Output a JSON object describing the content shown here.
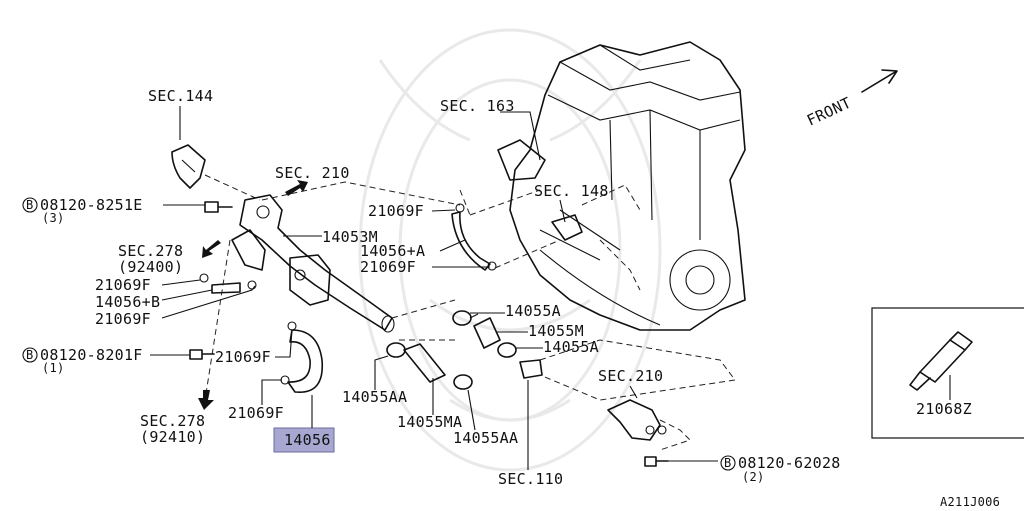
{
  "labels": {
    "sec144": "SEC.144",
    "bolt1_code": "08120-8251E",
    "bolt1_qty": "(3)",
    "sec210_top": "SEC. 210",
    "sec278_top": "SEC.278",
    "sec278_top_sub": "(92400)",
    "p21069F_a": "21069F",
    "p14056B": "14056+B",
    "p21069F_b": "21069F",
    "bolt2_code": "08120-8201F",
    "bolt2_qty": "(1)",
    "p21069F_c": "21069F",
    "p21069F_d": "21069F",
    "sec278_bot": "SEC.278",
    "sec278_bot_sub": "(92410)",
    "p14056": "14056",
    "p14053M": "14053M",
    "sec163": "SEC. 163",
    "p21069F_e": "21069F",
    "p14056A": "14056+A",
    "p21069F_f": "21069F",
    "sec148": "SEC. 148",
    "p14055A_a": "14055A",
    "p14055M": "14055M",
    "p14055A_b": "14055A",
    "p14055AA_a": "14055AA",
    "p14055MA": "14055MA",
    "p14055AA_b": "14055AA",
    "sec110": "SEC.110",
    "sec210_right": "SEC.210",
    "bolt3_code": "08120-62028",
    "bolt3_qty": "(2)",
    "front": "FRONT",
    "p21068Z": "21068Z",
    "diagram_code": "A211J006",
    "bolt_marker": "B"
  },
  "colors": {
    "highlight": "#a7a7d2",
    "line": "#111111",
    "watermark": "#e9e9e9"
  }
}
